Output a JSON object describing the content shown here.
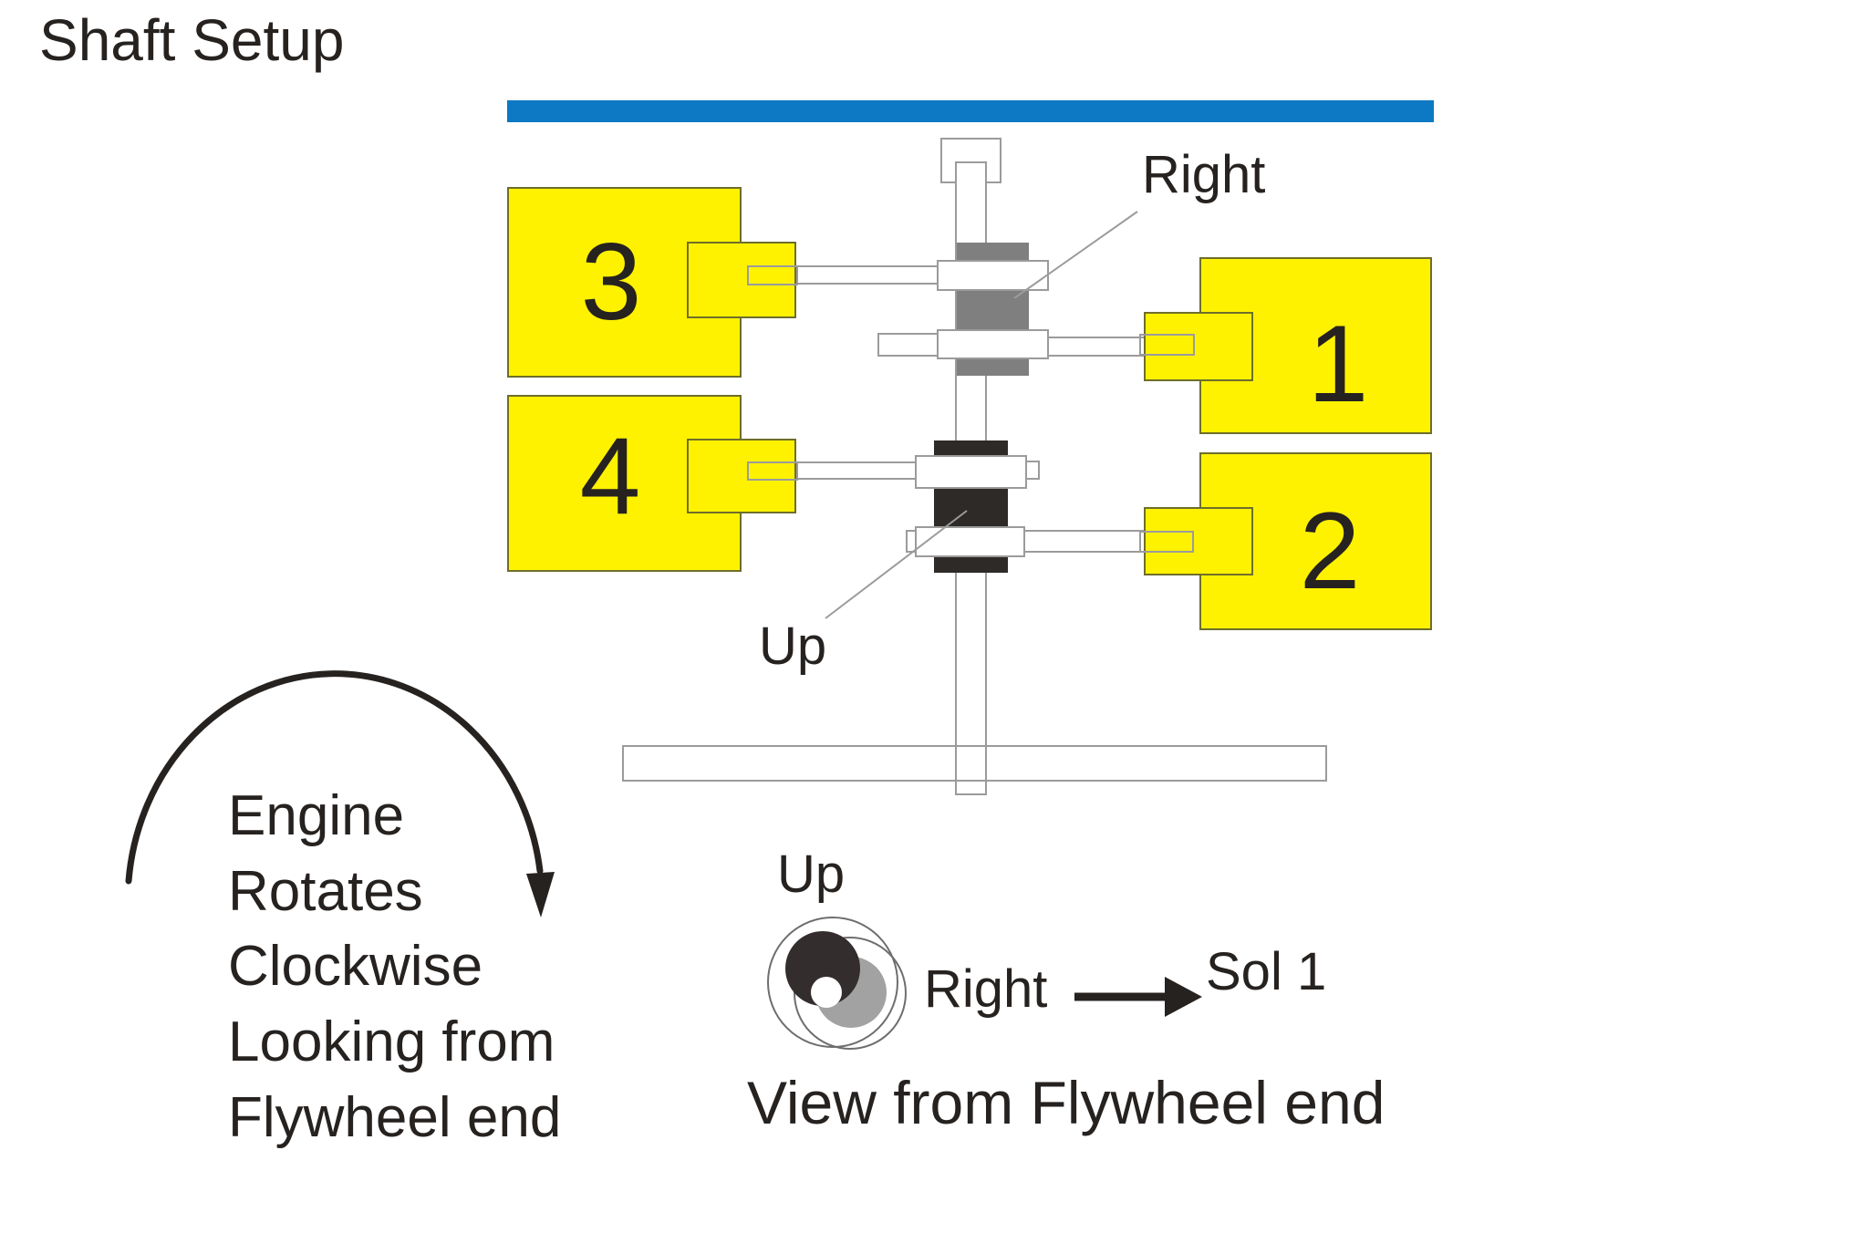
{
  "title": "Shaft Setup",
  "colors": {
    "header_blue": "#0d78c3",
    "solenoid_yellow": "#fff200",
    "cam_gray": "#7f7f7f",
    "cam_dark": "#2e2a28",
    "lobe_gray": "#a2a2a2",
    "hub_dark": "#332e2d",
    "outline_gray": "#9b9b9b",
    "text_dark": "#262220"
  },
  "shaft_diagram": {
    "labels": {
      "right": "Right",
      "up": "Up"
    },
    "cylinders": [
      {
        "number": "1"
      },
      {
        "number": "2"
      },
      {
        "number": "3"
      },
      {
        "number": "4"
      }
    ]
  },
  "rotation_note": {
    "lines": [
      "Engine",
      "Rotates",
      "Clockwise",
      "Looking from",
      "Flywheel end"
    ]
  },
  "flywheel_view": {
    "up": "Up",
    "right": "Right",
    "sol": "Sol 1",
    "caption": "View from Flywheel end"
  }
}
